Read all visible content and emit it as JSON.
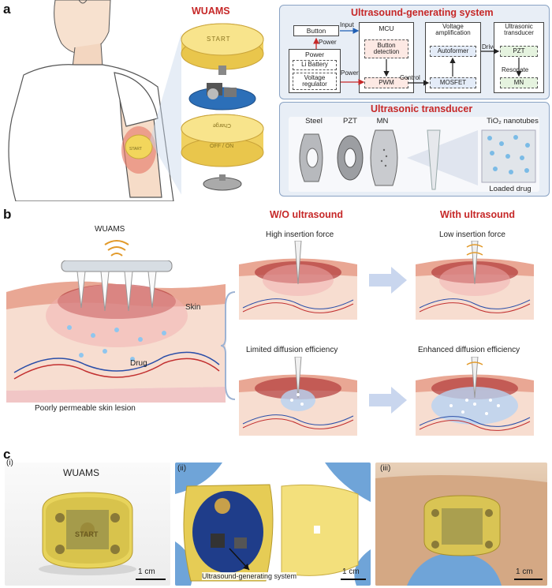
{
  "panels": {
    "a": "a",
    "b": "b",
    "c": "c"
  },
  "panel_a": {
    "device_title": "WUAMS",
    "start_text": "START",
    "charge_text": "Charge",
    "off_on_text": "OFF / ON",
    "arm_start_text": "START",
    "system": {
      "title": "Ultrasound-generating system",
      "button": "Button",
      "input": "Input",
      "power_arrow": "Power",
      "power_group": "Power",
      "li_battery": "Li Battery",
      "voltage_regulator": "Voltage regulator",
      "power_to_mcu": "Power",
      "mcu": "MCU",
      "button_detection": "Button detection",
      "pwm": "PWM",
      "control": "Control",
      "voltage_amplification": "Voltage amplification",
      "autoformer": "Autoformer",
      "mosfet": "MOSFET",
      "drive": "Drive",
      "ultrasonic_transducer": "Ultrasonic transducer",
      "pzt": "PZT",
      "resonate": "Resonate",
      "mn": "MN"
    },
    "transducer": {
      "title": "Ultrasonic transducer",
      "steel": "Steel",
      "pzt": "PZT",
      "mn": "MN",
      "tio2": "TiO₂ nanotubes",
      "loaded_drug": "Loaded drug"
    }
  },
  "panel_b": {
    "wuams": "WUAMS",
    "skin": "Skin",
    "drug": "Drug",
    "lesion": "Poorly permeable skin lesion",
    "wo_title": "W/O ultrasound",
    "with_title": "With ultrasound",
    "high_force": "High insertion force",
    "low_force": "Low insertion force",
    "limited_diffusion": "Limited diffusion efficiency",
    "enhanced_diffusion": "Enhanced diffusion efficiency"
  },
  "panel_c": {
    "i": "(i)",
    "ii": "(ii)",
    "iii": "(iii)",
    "wuams": "WUAMS",
    "scale_1": "1 cm",
    "scale_2": "1 cm",
    "scale_3": "1 cm",
    "ugs": "Ultrasound-generating system",
    "start_photo": "START"
  },
  "colors": {
    "accent_red": "#c62828",
    "device_yellow": "#f2d65c",
    "system_bg": "#e8eef6",
    "skin_pink": "#f0bfae",
    "glove_blue": "#6fa4d8"
  }
}
